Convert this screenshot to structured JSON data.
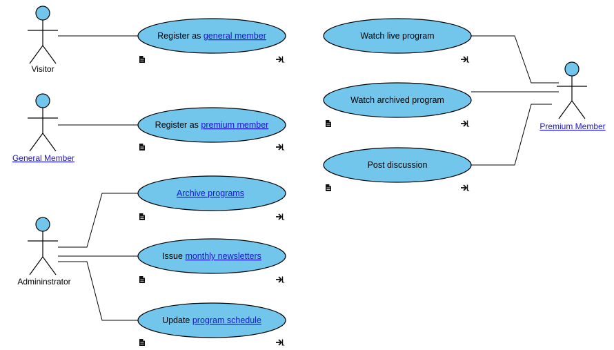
{
  "actors": [
    {
      "id": "visitor",
      "label": "Visitor",
      "link": false
    },
    {
      "id": "general-member",
      "label": "General Member",
      "link": true
    },
    {
      "id": "administrator",
      "label": "Admininstrator",
      "link": false
    },
    {
      "id": "premium-member",
      "label": "Premium Member",
      "link": true
    }
  ],
  "use_cases": [
    {
      "id": "register-general",
      "prefix": "Register as ",
      "link": "general member"
    },
    {
      "id": "register-premium",
      "prefix": "Register as ",
      "link": "premium member"
    },
    {
      "id": "archive-programs",
      "prefix": "",
      "link": "Archive programs"
    },
    {
      "id": "issue-newsletters",
      "prefix": "Issue ",
      "link": "monthly newsletters"
    },
    {
      "id": "update-schedule",
      "prefix": "Update ",
      "link": "program schedule"
    },
    {
      "id": "watch-live",
      "prefix": "Watch live program",
      "link": ""
    },
    {
      "id": "watch-archived",
      "prefix": "Watch archived program",
      "link": ""
    },
    {
      "id": "post-discussion",
      "prefix": "Post discussion",
      "link": ""
    }
  ],
  "colors": {
    "fill": "#72c6ec",
    "link": "#1a14d8",
    "line": "#000000"
  },
  "icons": {
    "document": "document-icon",
    "navigate": "navigate-arrow-icon"
  }
}
